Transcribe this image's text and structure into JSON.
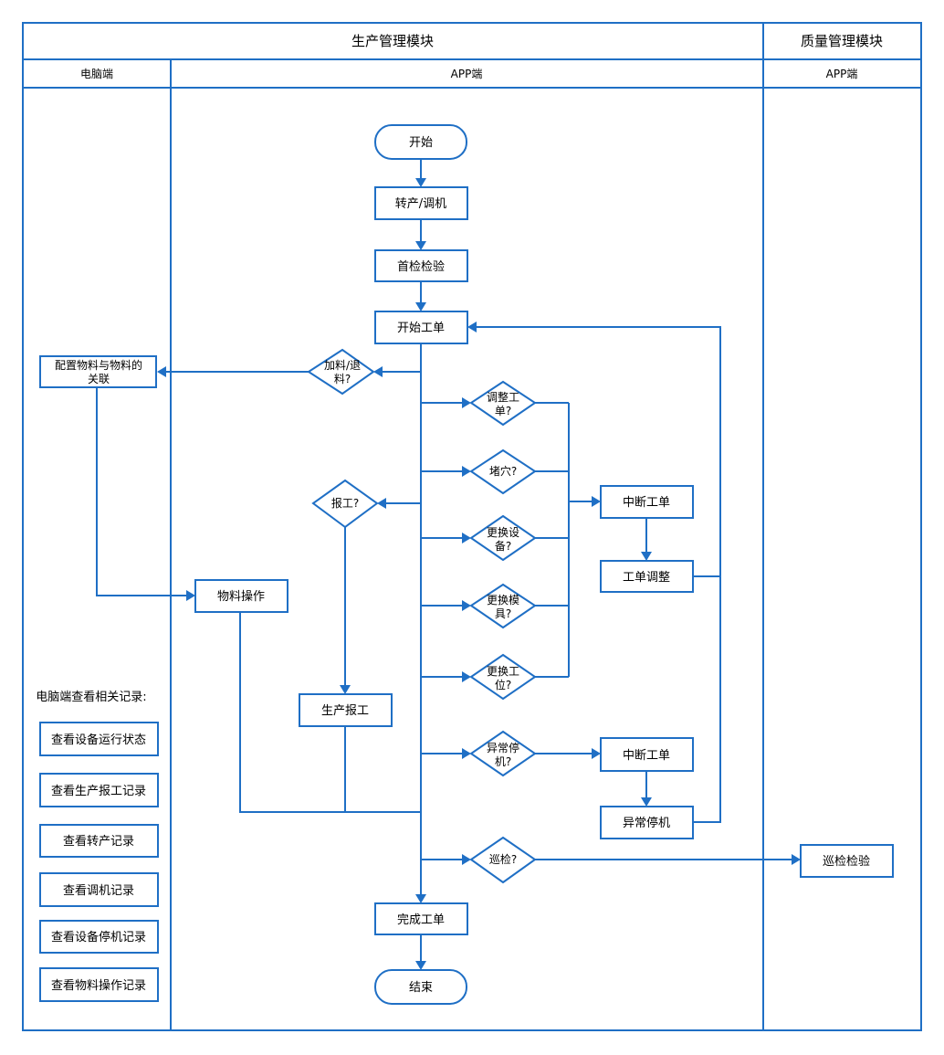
{
  "lanes": {
    "production_module": "生产管理模块",
    "quality_module": "质量管理模块",
    "pc_side": "电脑端",
    "app_side": "APP端",
    "app_side_quality": "APP端"
  },
  "nodes": {
    "start": "开始",
    "transfer_adjust": "转产/调机",
    "first_inspection": "首检检验",
    "start_work_order": "开始工单",
    "config_material_line1": "配置物料与物料的",
    "config_material_line2": "关联",
    "add_return_line1": "加料/退",
    "add_return_line2": "料?",
    "adjust_order_line1": "调整工",
    "adjust_order_line2": "单?",
    "block_hole": "堵穴?",
    "report_q": "报工?",
    "change_equipment_line1": "更换设",
    "change_equipment_line2": "备?",
    "change_mold_line1": "更换模",
    "change_mold_line2": "具?",
    "change_station_line1": "更换工",
    "change_station_line2": "位?",
    "abnormal_stop_q_line1": "异常停",
    "abnormal_stop_q_line2": "机?",
    "patrol_q": "巡检?",
    "interrupt_order_1": "中断工单",
    "order_adjust": "工单调整",
    "interrupt_order_2": "中断工单",
    "abnormal_stop": "异常停机",
    "material_operation": "物料操作",
    "production_report": "生产报工",
    "complete_order": "完成工单",
    "end": "结束",
    "patrol_inspection": "巡检检验"
  },
  "pc_records": {
    "heading": "电脑端查看相关记录:",
    "items": [
      "查看设备运行状态",
      "查看生产报工记录",
      "查看转产记录",
      "查看调机记录",
      "查看设备停机记录",
      "查看物料操作记录"
    ]
  },
  "colors": {
    "line": "#1f6fc5",
    "text": "#000000",
    "background": "#ffffff"
  }
}
